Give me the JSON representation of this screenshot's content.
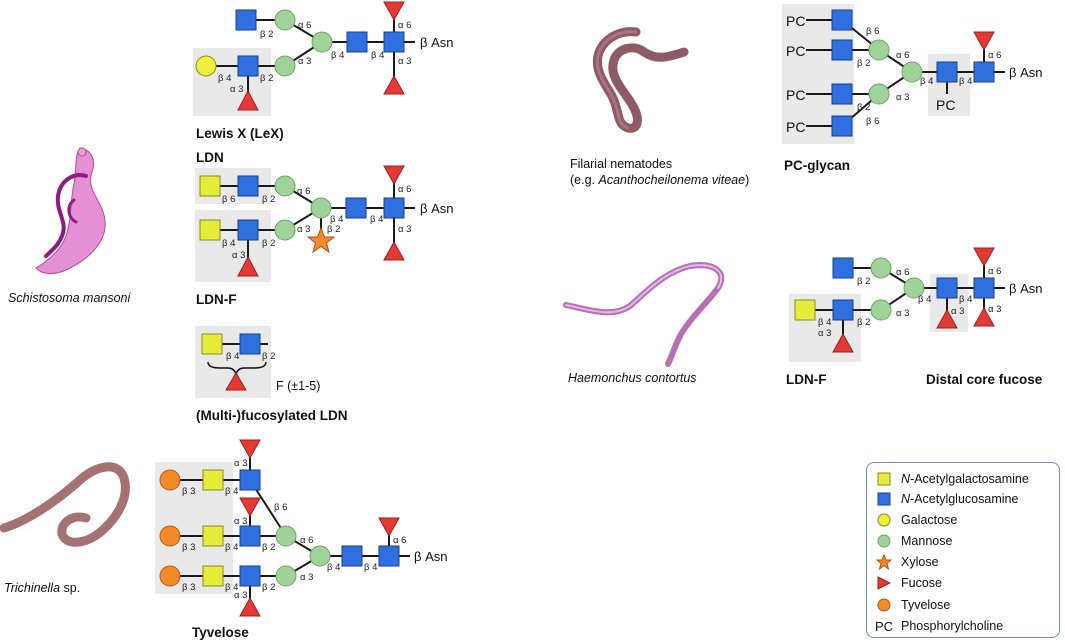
{
  "organisms": {
    "schistosoma": "Schistosoma mansoni",
    "filarial_line1": "Filarial nematodes",
    "filarial_prefix": "(e.g. ",
    "filarial_species": "Acanthocheilonema viteae",
    "filarial_suffix": ")",
    "haemonchus": "Haemonchus contortus",
    "trichinella_genus": "Trichinella",
    "trichinella_suffix": " sp."
  },
  "glycan_names": {
    "lewis_x": "Lewis X (LeX)",
    "ldn": "LDN",
    "ldn_f": "LDN-F",
    "multi_fuc_ldn": "(Multi-)fucosylated LDN",
    "multi_fuc_note": "F (±1-5)",
    "pc_glycan": "PC-glycan",
    "ldn_f_haemonchus": "LDN-F",
    "distal_core_fucose": "Distal core fucose",
    "tyvelose": "Tyvelose"
  },
  "reducing_end": "β Asn",
  "pc_label": "PC",
  "linkages": {
    "a6": "α 6",
    "a3": "α 3",
    "b2": "β 2",
    "b3": "β 3",
    "b4": "β 4",
    "b6": "β 6"
  },
  "legend": [
    {
      "symbol": "gray-yellow-square",
      "italic": "N",
      "text": "-Acetylgalactosamine"
    },
    {
      "symbol": "blue-square",
      "italic": "N",
      "text": "-Acetylglucosamine"
    },
    {
      "symbol": "yellow-circle",
      "italic": "",
      "text": "Galactose"
    },
    {
      "symbol": "green-circle",
      "italic": "",
      "text": "Mannose"
    },
    {
      "symbol": "orange-star",
      "italic": "",
      "text": "Xylose"
    },
    {
      "symbol": "red-triangle",
      "italic": "",
      "text": "Fucose"
    },
    {
      "symbol": "orange-circle",
      "italic": "",
      "text": "Tyvelose"
    },
    {
      "symbol": "pc-text",
      "italic": "",
      "text": "Phosphorylcholine",
      "code": "PC"
    }
  ],
  "colors": {
    "glcnac": "#2f6fe0",
    "galnac": "#e6ec3a",
    "galactose": "#eef03b",
    "mannose": "#9fd39a",
    "xylose": "#f5892d",
    "fucose": "#e53935",
    "tyvelose": "#f58a2a",
    "highlight_box": "#e9e9e9",
    "legend_border": "#6d8fc6"
  }
}
